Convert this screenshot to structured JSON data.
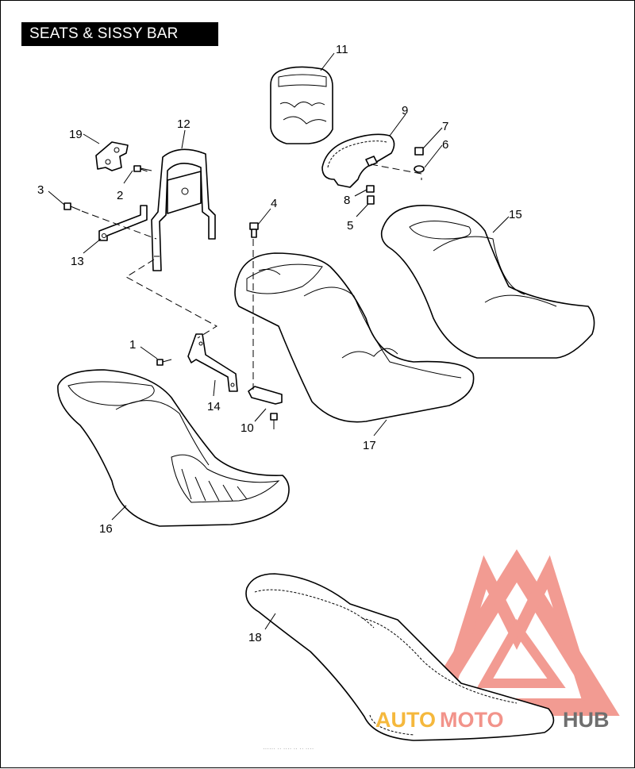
{
  "title": "SEATS & SISSY BAR",
  "callouts": [
    "1",
    "2",
    "3",
    "4",
    "5",
    "6",
    "7",
    "8",
    "9",
    "10",
    "11",
    "12",
    "13",
    "14",
    "15",
    "16",
    "17",
    "18",
    "19"
  ],
  "watermark": {
    "part1": "AUTO",
    "part2": "MOTO",
    "part3": "HUB",
    "colors": {
      "auto": "#f5b83c",
      "moto": "#f2938a",
      "hub": "#6f6f6f",
      "logo": "#f08a80"
    }
  },
  "footer_text": "······ ·· ···· ·· ·· ····"
}
